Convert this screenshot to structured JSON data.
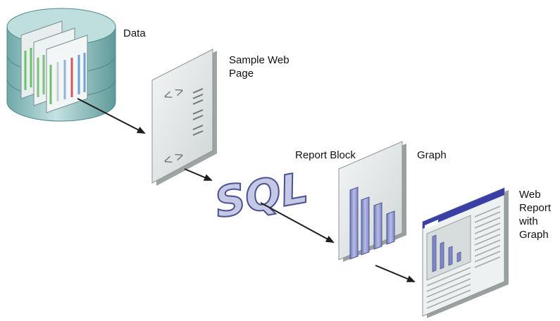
{
  "labels": {
    "data": "Data",
    "sample_web_page": "Sample Web Page",
    "report_block": "Report Block",
    "graph": "Graph",
    "web_report_with_graph": "Web Report with Graph"
  },
  "sql_text": "SQL",
  "code_glyph": "< >",
  "colors": {
    "cylinder": "#9fc9c9",
    "cylinder_dark": "#5a9a9a",
    "sheet": "#dfe3e3",
    "sheet_shadow": "#aab0b0",
    "sql": "#7c84b8",
    "bar": "#8f97cc",
    "titlebar": "#3a3fa6",
    "arrow": "#1e1e1e"
  }
}
